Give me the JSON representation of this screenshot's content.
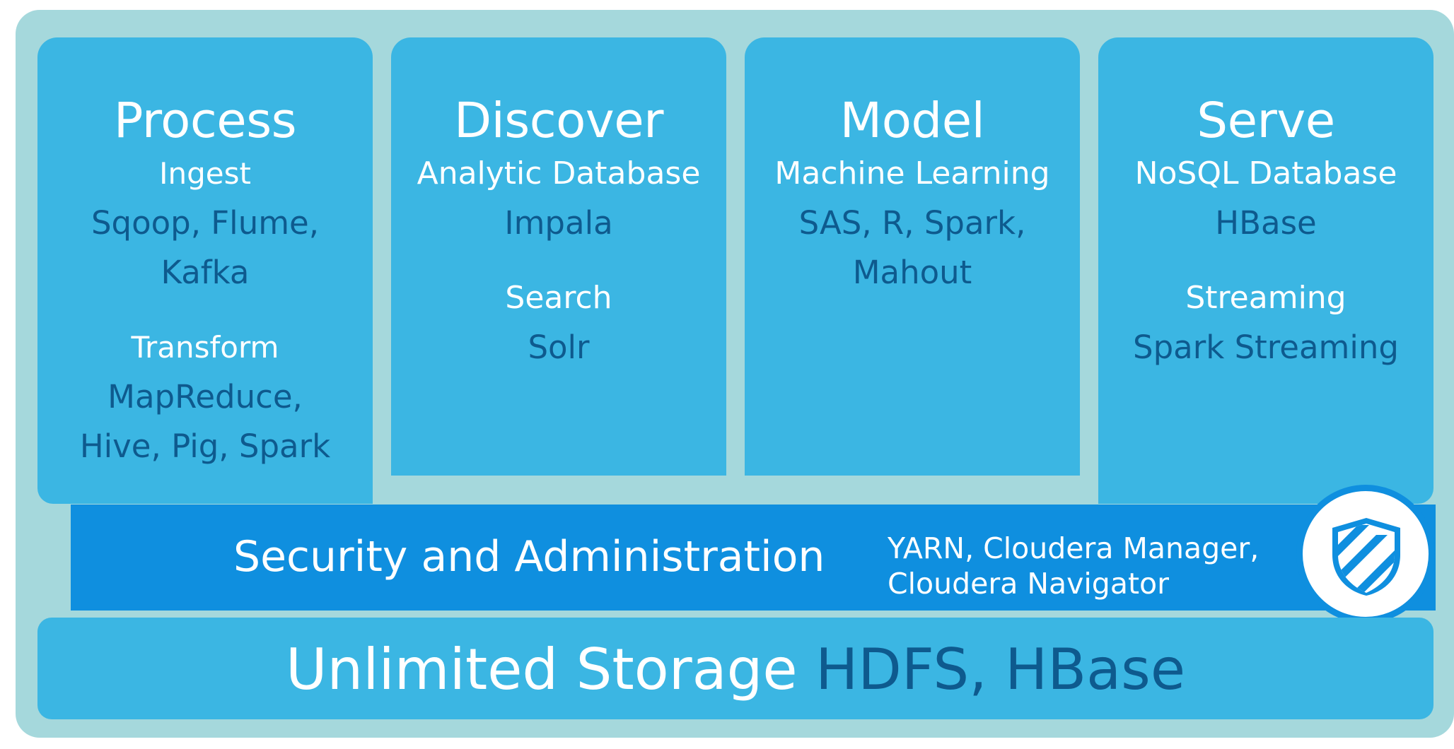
{
  "columns": [
    {
      "title": "Process",
      "sections": [
        {
          "name": "Ingest",
          "tools": [
            "Sqoop, Flume,",
            "Kafka"
          ]
        },
        {
          "name": "Transform",
          "tools": [
            "MapReduce,",
            "Hive, Pig, Spark"
          ]
        }
      ]
    },
    {
      "title": "Discover",
      "sections": [
        {
          "name": "Analytic Database",
          "tools": [
            "Impala"
          ]
        },
        {
          "name": "Search",
          "tools": [
            "Solr"
          ]
        }
      ]
    },
    {
      "title": "Model",
      "sections": [
        {
          "name": "Machine Learning",
          "tools": [
            "SAS, R, Spark,",
            "Mahout"
          ]
        }
      ]
    },
    {
      "title": "Serve",
      "sections": [
        {
          "name": "NoSQL Database",
          "tools": [
            "HBase"
          ]
        },
        {
          "name": "Streaming",
          "tools": [
            "Spark Streaming"
          ]
        }
      ]
    }
  ],
  "security": {
    "title": "Security and Administration",
    "tools_line1": "YARN, Cloudera Manager,",
    "tools_line2": "Cloudera Navigator",
    "icon": "shield-icon"
  },
  "storage": {
    "label": "Unlimited Storage",
    "tools": "HDFS, HBase"
  },
  "colors": {
    "frame": "#a5d8dc",
    "column": "#3bb6e3",
    "security_band": "#0f8fdf",
    "tool_text": "#0e5a8e",
    "label_text": "#ffffff"
  }
}
